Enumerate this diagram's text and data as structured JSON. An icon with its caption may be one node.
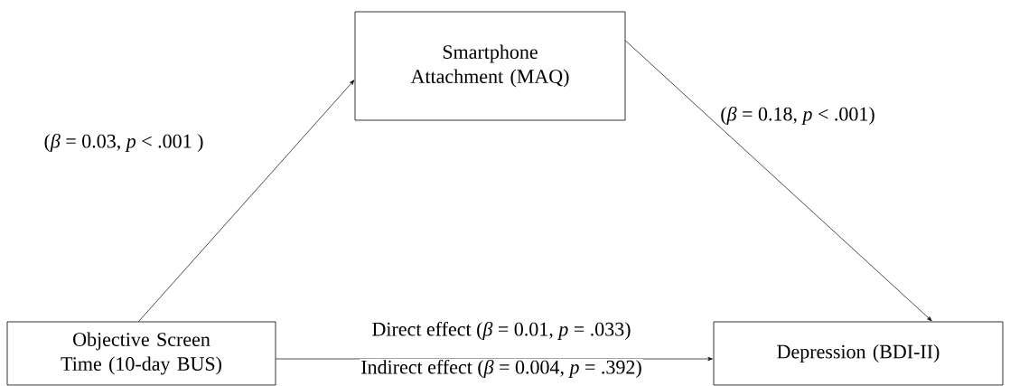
{
  "diagram": {
    "nodes": [
      {
        "text": [
          "Objective Screen Time (10-day BUS)"
        ]
      },
      {
        "text": [
          "Smartphone Attachment (MAQ)"
        ]
      },
      {
        "text": [
          "Depression (BDI-II)"
        ]
      }
    ],
    "edges": [
      {
        "from": 0,
        "to": 1,
        "arrow": "to",
        "label": "(*β* = 0.03, *p* < .001 )"
      },
      {
        "from": 1,
        "to": 2,
        "arrow": "to",
        "label": "(*β* = 0.18, *p* < .001)"
      },
      {
        "from": 0,
        "to": 2,
        "arrow": "to",
        "label": "Direct effect (*β* = 0.01, *p* = .033)"
      }
    ],
    "labels": [
      "Indirect effect (*β* = 0.004, *p* = .392)"
    ]
  }
}
